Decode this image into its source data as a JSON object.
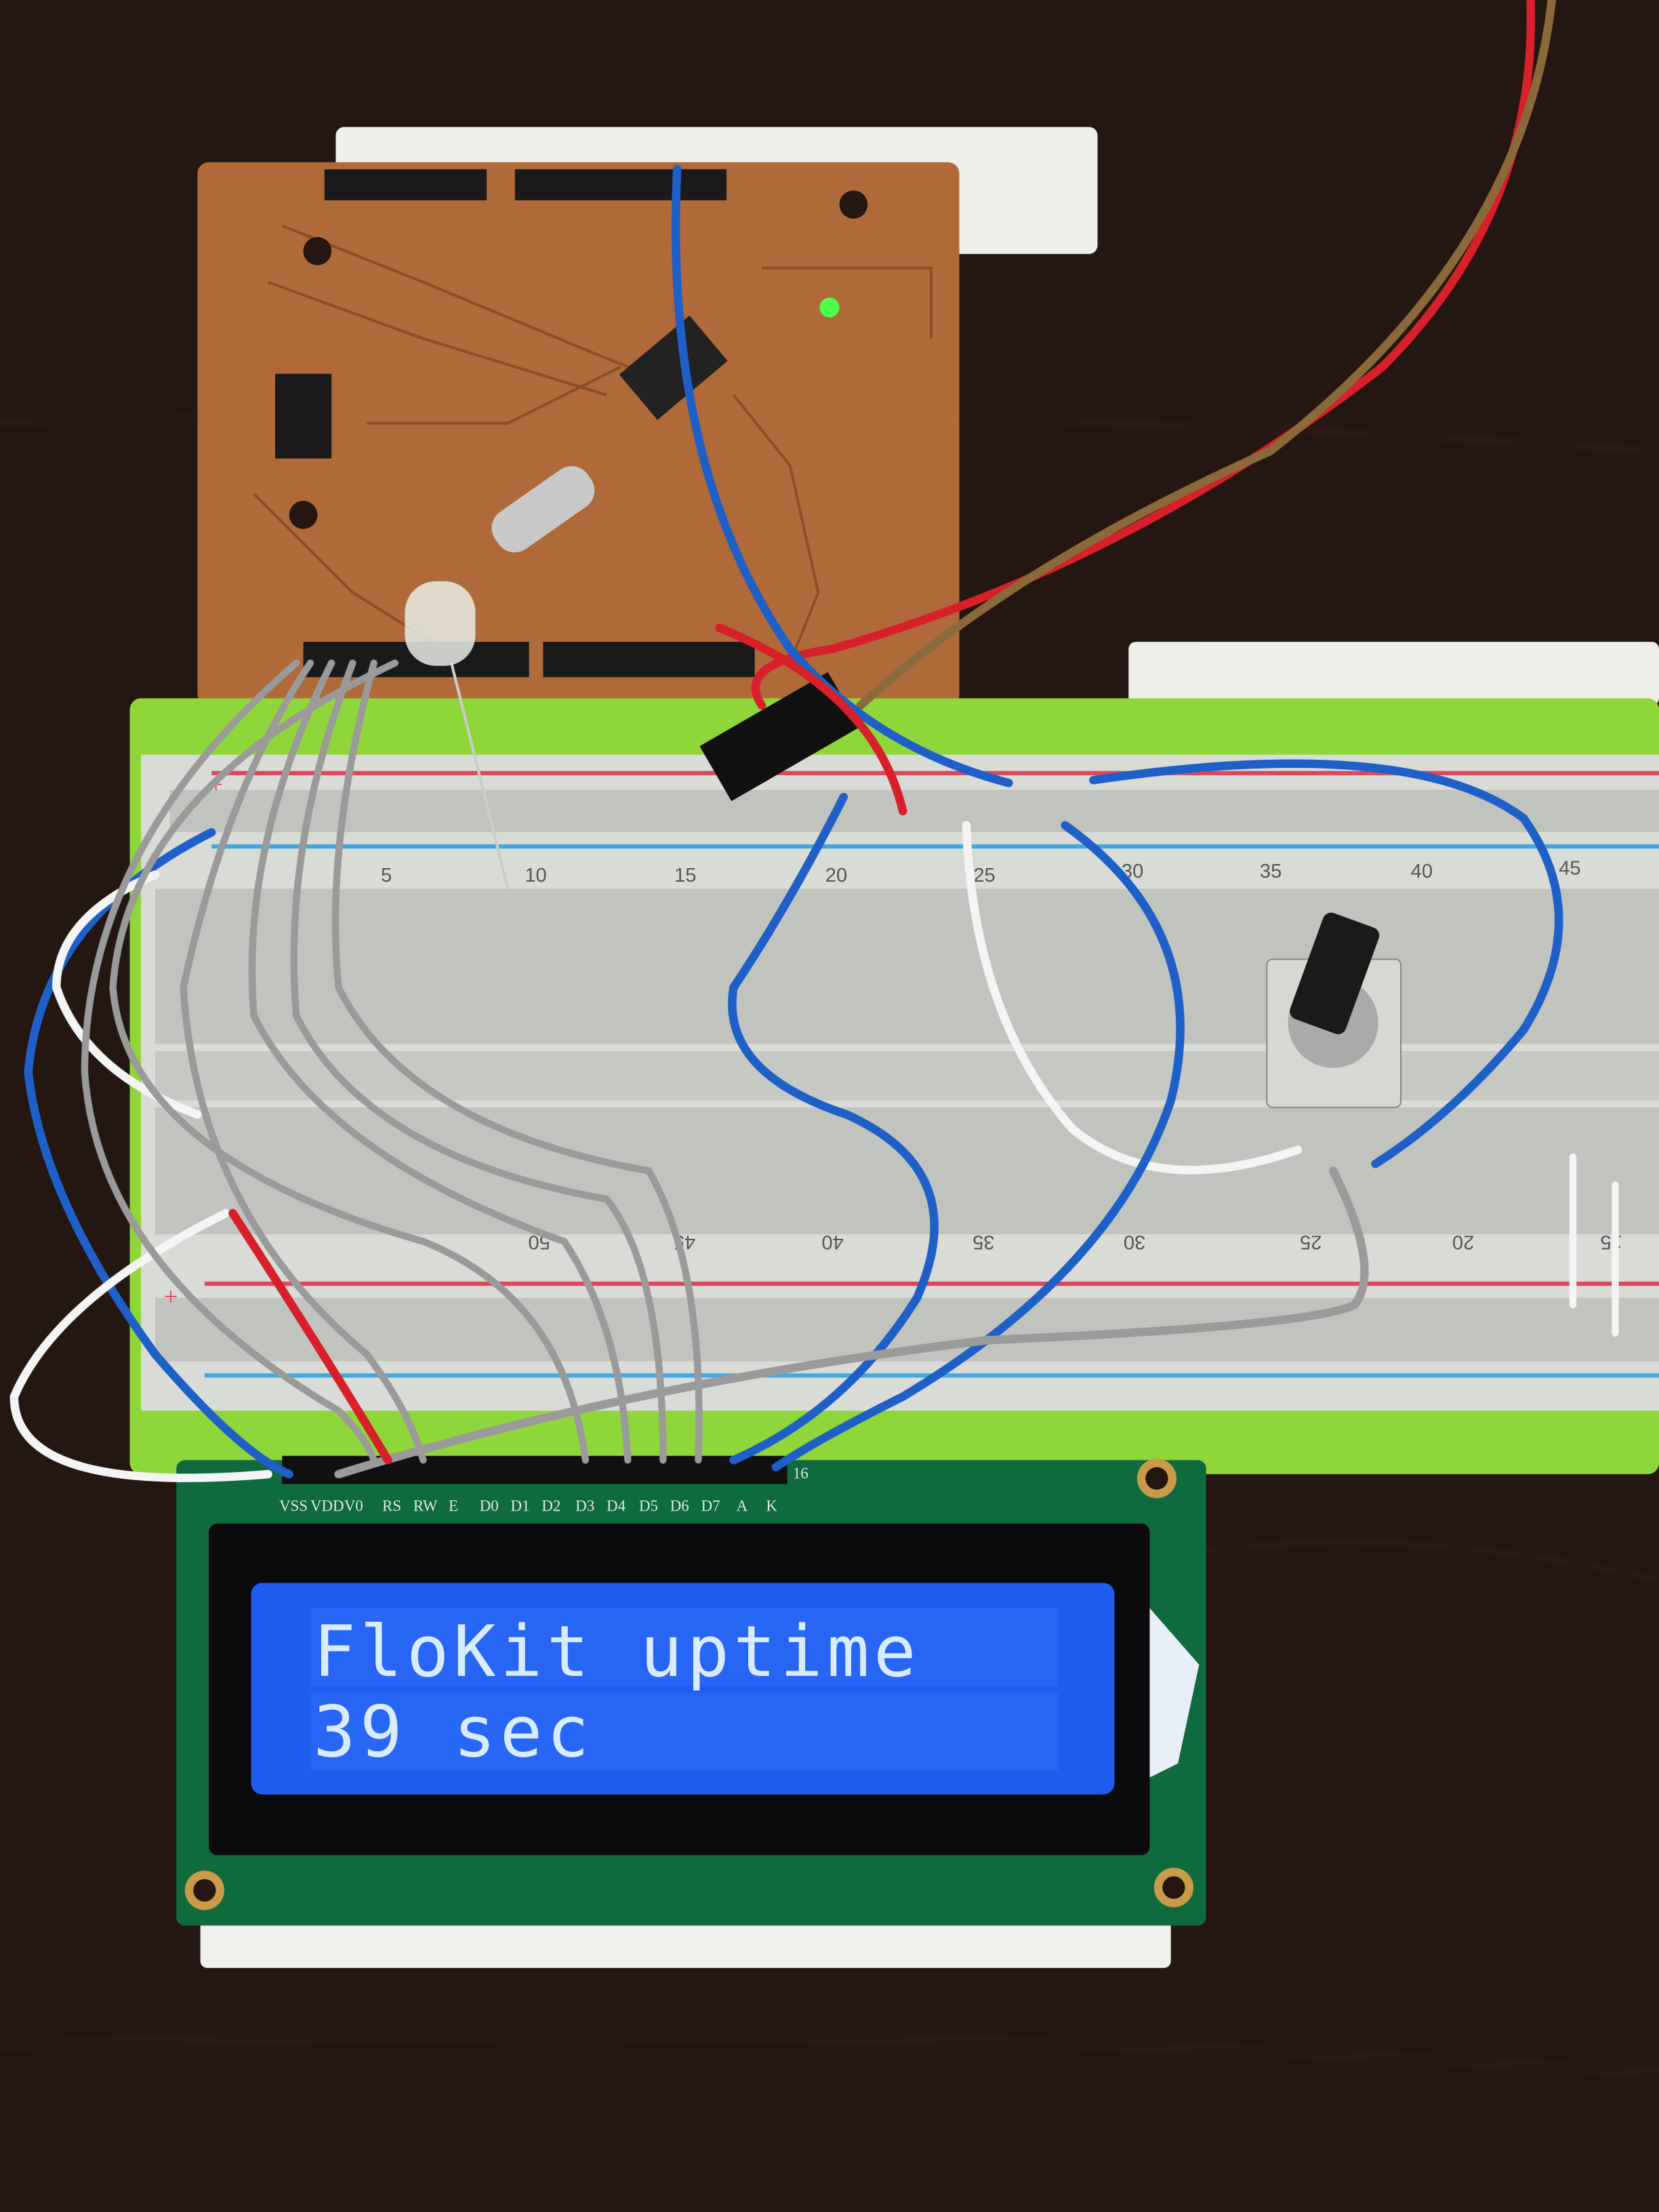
{
  "lcd": {
    "line1": "FloKit uptime",
    "line2": "39 sec",
    "backlight_color": "#1f5cf0",
    "pin_labels": [
      "VSS",
      "VDD",
      "V0",
      "RS",
      "RW",
      "E",
      "D0",
      "D1",
      "D2",
      "D3",
      "D4",
      "D5",
      "D6",
      "D7",
      "A",
      "K"
    ],
    "pin_count_label": "16"
  },
  "breadboard": {
    "top_numbers": [
      "5",
      "10",
      "15",
      "20",
      "25",
      "30",
      "35",
      "40",
      "45"
    ],
    "bottom_numbers": [
      "50",
      "45",
      "40",
      "35",
      "30",
      "25",
      "20",
      "15"
    ],
    "rail_plus": "+"
  },
  "colors": {
    "table": "#241611",
    "pcb": "#b06a3a",
    "breadboard_frame": "#8fd63a",
    "wire_blue": "#1f5fc8",
    "wire_gray": "#9a9a9a",
    "wire_red": "#d8202a",
    "status_led": "#4cff4c"
  }
}
